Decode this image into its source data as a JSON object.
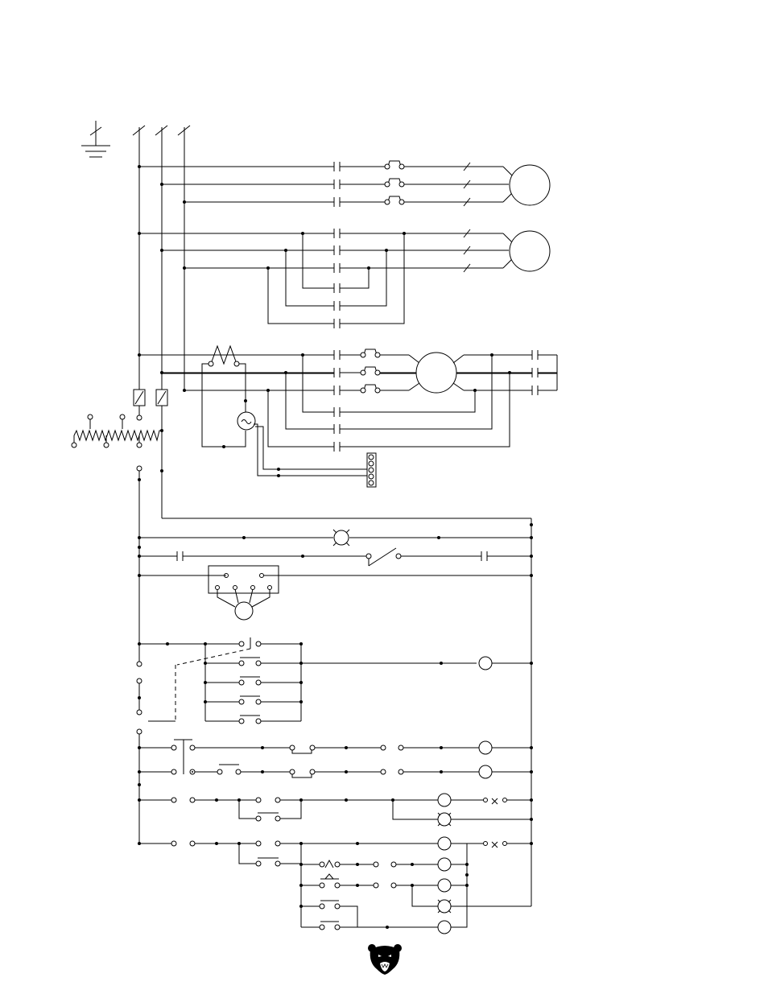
{
  "diagram": {
    "type": "electrical-schematic",
    "line_color": "#000000",
    "background": "#ffffff",
    "components": {
      "ground": "ground-symbol",
      "power_lines": 3,
      "motors": 3,
      "contacts": "normally-open-contact",
      "overloads": "overload-contact",
      "coils": "relay-coil",
      "lamps": "indicator-lamp",
      "resistor_bank": "resistor",
      "fuses": 2,
      "transformer": "transformer-symbol",
      "terminal_strip": 4
    }
  },
  "logo": {
    "icon": "grizzly-bear-head-logo"
  }
}
